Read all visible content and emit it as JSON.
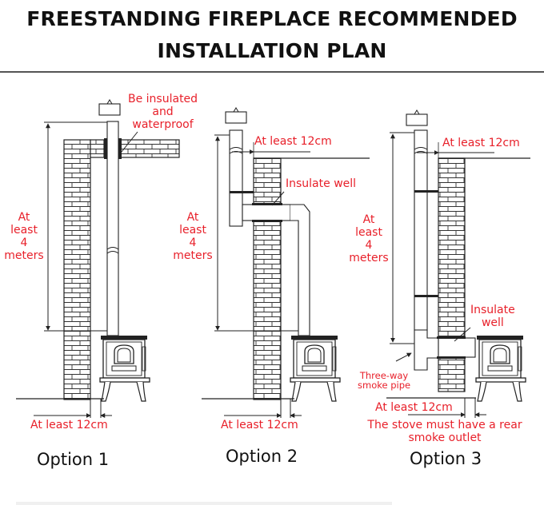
{
  "header": {
    "title_line1": "FREESTANDING FIREPLACE RECOMMENDED",
    "title_line2": "INSTALLATION PLAN"
  },
  "colors": {
    "annotation": "#e8202a",
    "line": "#222222",
    "title": "#111111"
  },
  "options": [
    {
      "label": "Option 1",
      "annotations": {
        "insulation": [
          "Be insulated",
          "and",
          "waterproof"
        ],
        "height": [
          "At",
          "least",
          "4",
          "meters"
        ],
        "clearance": "At least 12cm"
      }
    },
    {
      "label": "Option 2",
      "annotations": {
        "top_clearance": "At least 12cm",
        "insulation": "Insulate well",
        "height": [
          "At",
          "least",
          "4",
          "meters"
        ],
        "clearance": "At least 12cm"
      }
    },
    {
      "label": "Option 3",
      "annotations": {
        "top_clearance": "At least 12cm",
        "height": [
          "At",
          "least",
          "4",
          "meters"
        ],
        "insulation": [
          "Insulate",
          "well"
        ],
        "three_way": [
          "Three-way",
          "smoke pipe"
        ],
        "clearance": "At least 12cm",
        "note": [
          "The stove must have a rear",
          "smoke outlet"
        ]
      }
    }
  ]
}
